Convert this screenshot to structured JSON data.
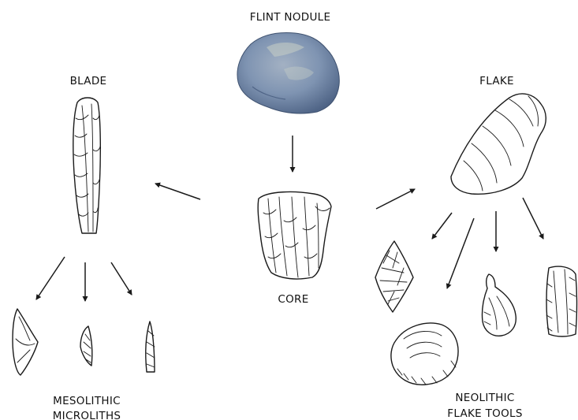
{
  "labels": {
    "flint_nodule": "FLINT NODULE",
    "blade": "BLADE",
    "flake": "FLAKE",
    "core": "CORE",
    "mesolithic_line1": "MESOLITHIC",
    "mesolithic_line2": "MICROLITHS",
    "neolithic_line1": "NEOLITHIC",
    "neolithic_line2": "FLAKE TOOLS"
  },
  "colors": {
    "nodule_fill": "#7f94b2",
    "nodule_highlight": "#c9cfc7",
    "nodule_shadow": "#4f6486",
    "ink": "#1a1a1a"
  }
}
